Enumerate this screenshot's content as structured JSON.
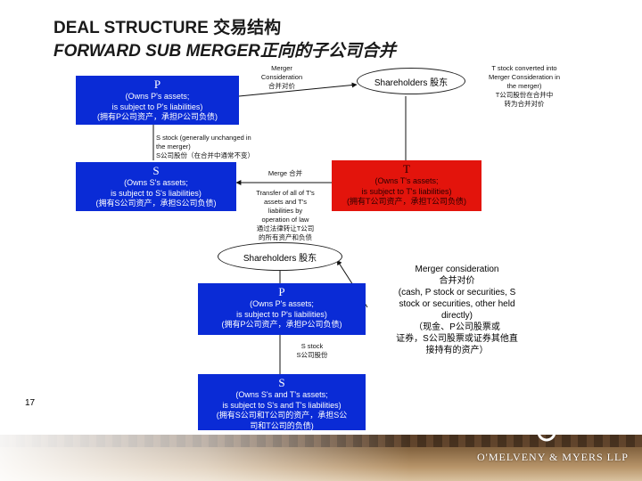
{
  "title": {
    "line1": "DEAL STRUCTURE 交易结构",
    "line2": "FORWARD SUB MERGER正向的子公司合并"
  },
  "top": {
    "p_box": {
      "header": "P",
      "body": "(Owns P's assets;\nis subject to P's liabilities)\n(拥有P公司资产，承担P公司负债)"
    },
    "merger_consideration": "Merger\nConsideration\n合并对价",
    "shareholders": "Shareholders 股东",
    "t_stock_note": "T stock converted into\nMerger Consideration in\nthe merger)\nT公司股份在合并中\n转为合并对价",
    "s_stock_note": "S stock (generally unchanged in\nthe merger)\nS公司股份（在合并中通常不变）",
    "s_box": {
      "header": "S",
      "body": "(Owns S's assets;\nis subject to S's liabilities)\n(拥有S公司资产，承担S公司负债)"
    },
    "merge_label": "Merge 合并",
    "transfer_note": "Transfer of all of T's\nassets and T's\nliabilities by\noperation of law\n通过法律转让T公司\n的所有资产和负债",
    "t_box": {
      "header": "T",
      "body": "(Owns T's assets;\nis subject to T's liabilities)\n(拥有T公司资产，承担T公司负债)"
    }
  },
  "bottom": {
    "shareholders": "Shareholders 股东",
    "p_box": {
      "header": "P",
      "body": "(Owns P's assets;\nis subject to P's liabilities)\n(拥有P公司资产，承担P公司负债)"
    },
    "s_stock_note": "S stock\nS公司股份",
    "s_box": {
      "header": "S",
      "body": "(Owns S's and T's assets;\nis subject to S's and T's liabilities)\n(拥有S公司和T公司的资产，承担S公\n司和T公司的负债)"
    },
    "merger_consideration": "Merger consideration\n合并对价\n(cash, P stock or securities, S\nstock or securities, other held\ndirectly)\n（现金、P公司股票或\n证券，S公司股票或证券其他直\n接持有的资产）"
  },
  "page_number": "17",
  "logo": "O'MELVENY & MYERS LLP",
  "colors": {
    "blue_box": "#0a2bd6",
    "red_box": "#e3140c"
  }
}
